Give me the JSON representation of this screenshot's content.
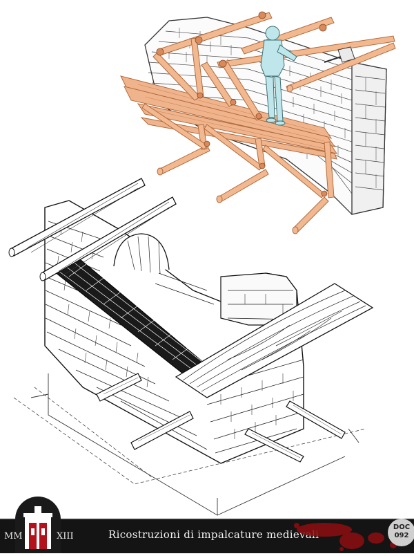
{
  "footer": {
    "year_left": "MM",
    "year_right": "XIII",
    "title": "Ricostruzioni di impalcature medievali",
    "doc_label": "DOC",
    "doc_number": "092"
  },
  "colors": {
    "footer_bg": "#141414",
    "scaffold_wood": "#f0b48c",
    "scaffold_outline": "#b06a3c",
    "worker": "#bfe6ea",
    "logo_red": "#b3121b",
    "blood_accent": "#8c0e10"
  },
  "icons": {
    "logo": "medieval-tower-logo",
    "decoration": "blood-splatter"
  }
}
